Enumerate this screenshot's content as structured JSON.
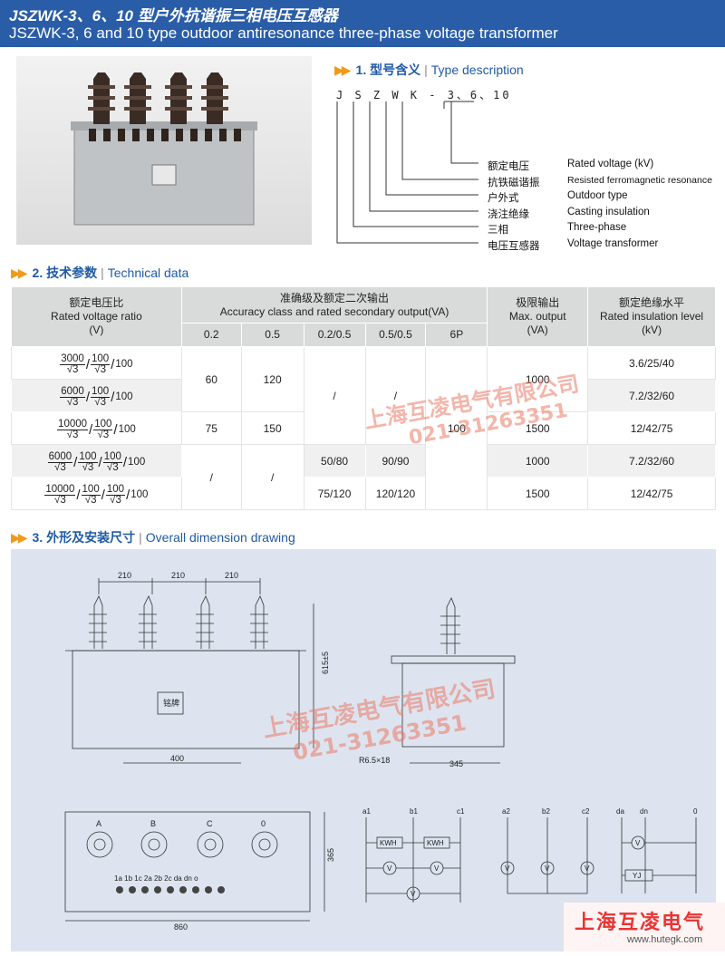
{
  "header": {
    "title_cn": "JSZWK-3、6、10 型户外抗谐振三相电压互感器",
    "title_en": "JSZWK-3, 6 and 10 type outdoor antiresonance three-phase voltage transformer"
  },
  "section1": {
    "cn": "1. 型号含义",
    "en": "Type description"
  },
  "model": "J S Z W K - 3、6、10",
  "descriptions": [
    {
      "cn": "额定电压",
      "en": "Rated voltage (kV)"
    },
    {
      "cn": "抗铁磁谐振",
      "en": "Resisted ferromagnetic resonance"
    },
    {
      "cn": "户外式",
      "en": "Outdoor type"
    },
    {
      "cn": "浇注绝缘",
      "en": "Casting insulation"
    },
    {
      "cn": "三相",
      "en": "Three-phase"
    },
    {
      "cn": "电压互感器",
      "en": "Voltage transformer"
    }
  ],
  "section2": {
    "cn": "2. 技术参数",
    "en": "Technical data"
  },
  "table": {
    "h_ratio": [
      "额定电压比",
      "Rated voltage ratio",
      "(V)"
    ],
    "h_acc": [
      "准确级及额定二次输出",
      "Accuracy class and rated secondary output(VA)"
    ],
    "h_max": [
      "极限输出",
      "Max. output",
      "(VA)"
    ],
    "h_ins": [
      "额定绝缘水平",
      "Rated insulation level",
      "(kV)"
    ],
    "sub": [
      "0.2",
      "0.5",
      "0.2/0.5",
      "0.5/0.5",
      "6P"
    ],
    "rows": [
      {
        "n1": "3000",
        "n2": "100",
        "end": "100",
        "ins": "3.6/25/40"
      },
      {
        "n1": "6000",
        "n2": "100",
        "end": "100",
        "ins": "7.2/32/60"
      },
      {
        "n1": "10000",
        "n2": "100",
        "end": "100",
        "ins": "12/42/75"
      },
      {
        "n1": "6000",
        "n2": "100",
        "n3": "100",
        "end": "100",
        "ins": "7.2/32/60"
      },
      {
        "n1": "10000",
        "n2": "100",
        "n3": "100",
        "end": "100",
        "ins": "12/42/75"
      }
    ],
    "sqrt3": "3",
    "v60": "60",
    "v120": "120",
    "v75": "75",
    "v150": "150",
    "slash": "/",
    "v5080": "50/80",
    "v9090": "90/90",
    "v75120": "75/120",
    "v120120": "120/120",
    "v6p": "100",
    "max1000": "1000",
    "max1500": "1500",
    "max1000b": "1000",
    "max1500b": "1500"
  },
  "section3": {
    "cn": "3. 外形及安装尺寸",
    "en": "Overall dimension drawing"
  },
  "dims": {
    "d210a": "210",
    "d210b": "210",
    "d210c": "210",
    "d615": "615±5",
    "d400": "400",
    "d345": "345",
    "r": "R6.5×18",
    "d365": "365",
    "d860": "860",
    "plate": "铭牌"
  },
  "phases": [
    "A",
    "B",
    "C",
    "0"
  ],
  "terminals": "1a 1b 1c 2a 2b 2c da dn o",
  "circuit": {
    "a1": "a1",
    "b1": "b1",
    "c1": "c1",
    "a2": "a2",
    "b2": "b2",
    "c2": "c2",
    "da": "da",
    "dn": "dn",
    "zero": "0",
    "kwh": "KWH",
    "v": "V",
    "yj": "YJ"
  },
  "watermark": {
    "name": "上海互凌电气有限公司",
    "tel": "021-31263351"
  },
  "logo": {
    "cn": "上海互凌电气",
    "url": "www.hutegk.com"
  }
}
